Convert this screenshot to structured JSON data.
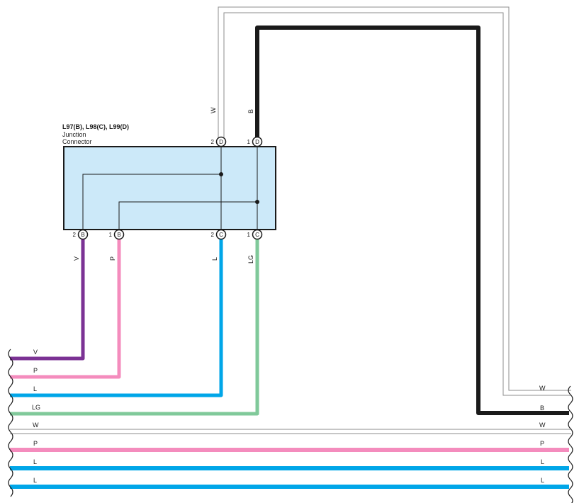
{
  "connector": {
    "title": "L97(B), L98(C), L99(D)",
    "line1": "Junction",
    "line2": "Connector",
    "fill": "#cce9f9"
  },
  "pins": {
    "d2": {
      "num": "2",
      "letter": "D"
    },
    "d1": {
      "num": "1",
      "letter": "D"
    },
    "b2": {
      "num": "2",
      "letter": "B"
    },
    "b1": {
      "num": "1",
      "letter": "B"
    },
    "c2": {
      "num": "2",
      "letter": "C"
    },
    "c1": {
      "num": "1",
      "letter": "C"
    }
  },
  "wires": {
    "w_top": "W",
    "b_top": "B",
    "v": "V",
    "p": "P",
    "l": "L",
    "lg": "LG"
  },
  "colors": {
    "V": "#7b3294",
    "P": "#f48cbd",
    "L": "#00a6e8",
    "LG": "#80c99a",
    "B": "#1a1a1a",
    "W": "#9a9a9a"
  },
  "bus": {
    "left": [
      "V",
      "P",
      "L",
      "LG",
      "W",
      "P",
      "L",
      "L"
    ],
    "right": [
      "W",
      "B",
      "W",
      "P",
      "L",
      "L"
    ]
  }
}
